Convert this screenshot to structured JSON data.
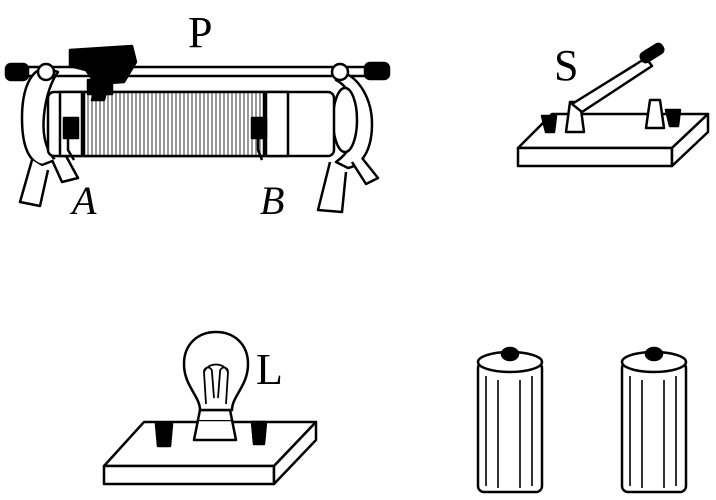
{
  "labels": {
    "slider": "P",
    "end_a": "A",
    "end_b": "B",
    "switch": "S",
    "lamp": "L"
  },
  "colors": {
    "ink": "#000000",
    "paper": "#ffffff",
    "shade": "#d9d9d9"
  }
}
